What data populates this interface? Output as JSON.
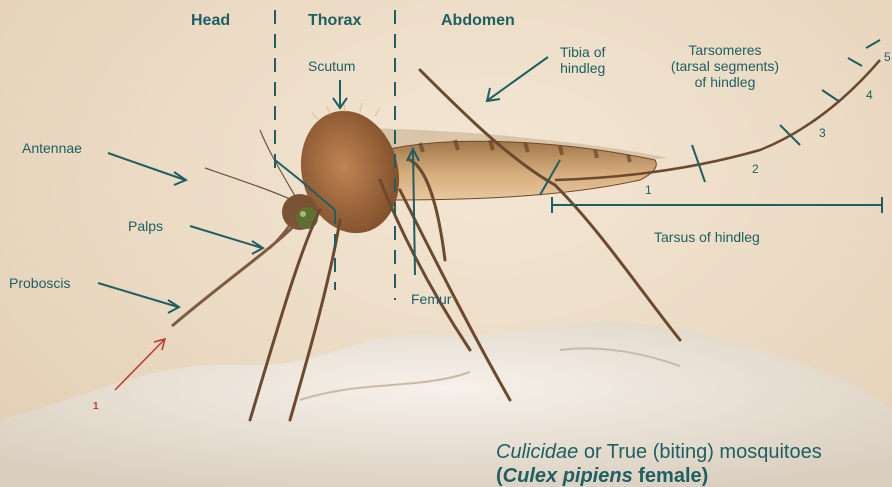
{
  "sections": {
    "head": "Head",
    "thorax": "Thorax",
    "abdomen": "Abdomen"
  },
  "labels": {
    "scutum": "Scutum",
    "antennae": "Antennae",
    "palps": "Palps",
    "proboscis": "Proboscis",
    "femur": "Femur",
    "tibia_line1": "Tibia of",
    "tibia_line2": "hindleg",
    "tarsomeres_line1": "Tarsomeres",
    "tarsomeres_line2": "(tarsal segments)",
    "tarsomeres_line3": "of hindleg",
    "tarsus": "Tarsus of hindleg"
  },
  "tarsomere_numbers": [
    "1",
    "2",
    "3",
    "4",
    "5"
  ],
  "marker": "1",
  "caption": {
    "line1_italic": "Culicidae",
    "line1_plain": " or True (biting) mosquitoes",
    "line2_open": "(",
    "line2_italic": "Culex pipiens",
    "line2_close": " female)"
  },
  "colors": {
    "label": "#1d5f63",
    "marker": "#c0392b"
  }
}
